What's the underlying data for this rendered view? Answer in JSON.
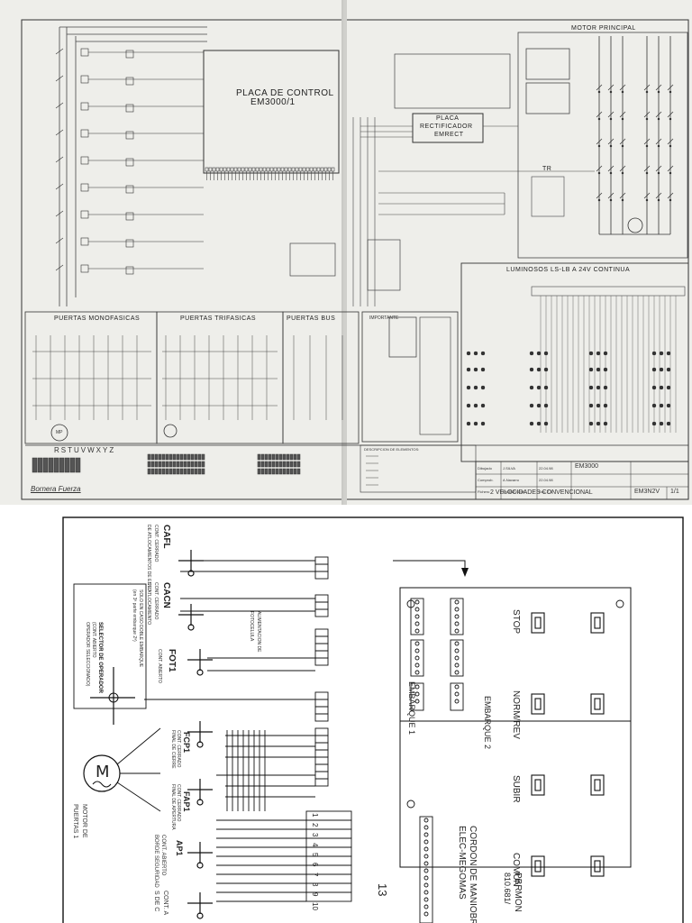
{
  "top_sheet": {
    "main_board": {
      "line1": "PLACA DE CONTROL",
      "line2": "EM3000/1"
    },
    "motor_principal": "MOTOR PRINCIPAL",
    "rectifier": {
      "line1": "PLACA",
      "line2": "RECTIFICADOR",
      "line3": "EMRECT"
    },
    "transformer_tag": "TR",
    "luminosos_title": "LUMINOSOS LS-LB A 24V CONTINUA",
    "door_sections": [
      "PUERTAS MONOFASICAS",
      "PUERTAS TRIFASICAS",
      "PUERTAS BUS"
    ],
    "important_label": "IMPORTANTE",
    "motor_label": "MP",
    "legend_heading": "DESCRIPCION DE ELEMENTOS:",
    "bornera_label": "Bornera Fuerza",
    "bornera_letters": "RSTUVWXYZ",
    "title_block": {
      "rows": [
        [
          "Dibujado",
          "J.SILVA",
          "22.04.98"
        ],
        [
          "Comprob.",
          "A.Navarro",
          "22.04.98"
        ],
        [
          "Fichero",
          "EM3N2V.DXF",
          "Rev. 7.3"
        ]
      ],
      "product": "EM3000",
      "subtitle": "2 VELOCIDADES CONVENCIONAL",
      "code": "EM3N2V",
      "sheet": "1/1"
    }
  },
  "bottom_sheet": {
    "switches_top": [
      {
        "code": "CAFL",
        "desc": [
          "CONT. CERRADO",
          "DE ATLOCAMIENTOS DE ESTO"
        ]
      },
      {
        "code": "CACN",
        "desc": [
          "CONT. CERRADO",
          "DE ATLOCAMIENTO"
        ]
      },
      {
        "code": "FOT1",
        "desc": [
          "CONT. ABIERTO"
        ]
      }
    ],
    "fotocelula": [
      "ALIMENTACION DE",
      "FOTOCELULA"
    ],
    "selector_box": [
      "SOLO EN CASO DOBLE EMBARQUE",
      "(en 3ª parte embarque 2ª)",
      "SELECTOR DE OPERADOR",
      "(CONT. ABIERTO",
      "OPERADOR SELECCIONADO)"
    ],
    "motor_symbol": "M",
    "motor_label": [
      "MOTOR DE",
      "PUERTAS 1"
    ],
    "door_switches": [
      {
        "code": "FCP1",
        "desc": [
          "CONT. CERRADO",
          "FINAL DE CIERRE"
        ]
      },
      {
        "code": "FAP1",
        "desc": [
          "CONT. CERRADO",
          "FINAL DE APERTURA"
        ]
      },
      {
        "code": "AP1",
        "desc": [
          "CONT. ABIERTO",
          "BORDE SEGURIDAD"
        ]
      }
    ],
    "last_label": [
      "CONT. A",
      "S DE C"
    ],
    "embarque_labels": [
      "EMBARQUE 2",
      "EMBARQUE 1"
    ],
    "cordon_labels": [
      "CORDON DE MANIOBR",
      "ELEC-MEGOMAS"
    ],
    "pbrmon": [
      "PBRMON",
      "810.681/"
    ],
    "buttons": [
      "STOP",
      "NORM/REV",
      "SUBIR",
      "COMUN"
    ],
    "terminal_numbers": [
      "1",
      "2",
      "3",
      "4",
      "5",
      "6",
      "7",
      "8",
      "9",
      "10"
    ],
    "page_number": "13"
  }
}
